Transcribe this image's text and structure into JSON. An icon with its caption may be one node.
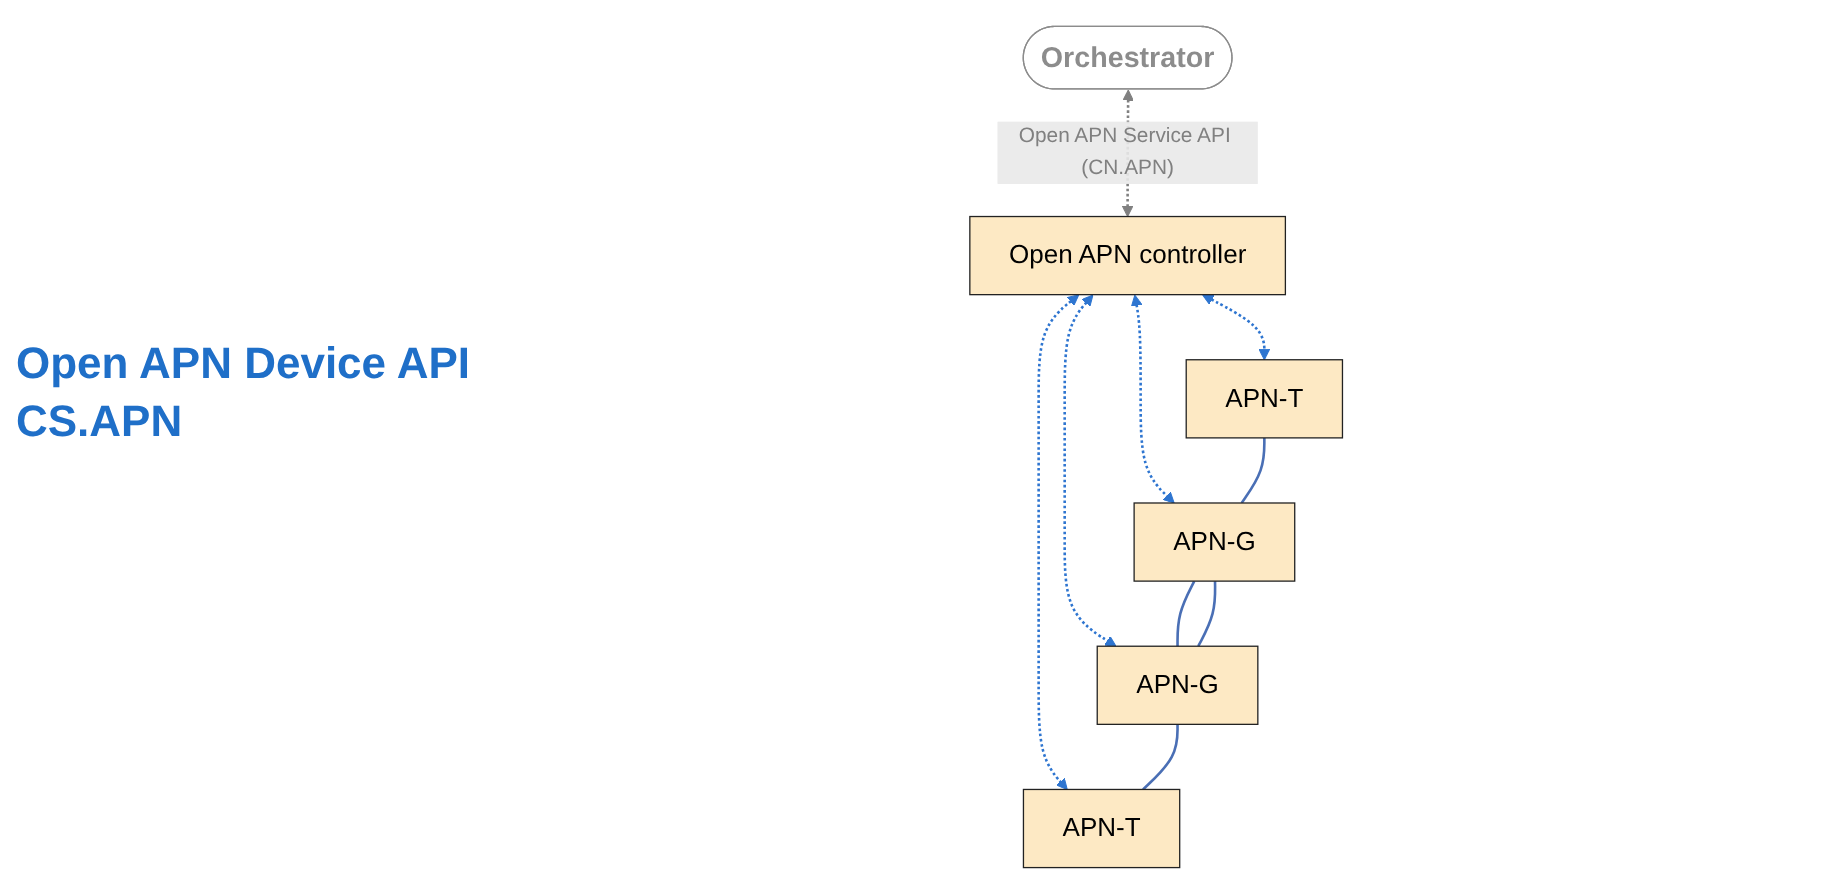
{
  "diagram": {
    "nodes": [
      {
        "text": [
          "Orchestrator"
        ]
      },
      {
        "text": [
          "Open APN controller"
        ]
      },
      {
        "text": [
          "APN-T"
        ]
      },
      {
        "text": [
          "APN-G"
        ]
      },
      {
        "text": [
          "APN-G"
        ]
      },
      {
        "text": [
          "APN-T"
        ]
      }
    ],
    "edges": [
      {
        "from": 0,
        "to": 1,
        "arrow": "both",
        "style": "dashed",
        "color": "#808080",
        "label": "Open APN Service API (CN.APN)"
      },
      {
        "from": 1,
        "to": 2,
        "arrow": "both",
        "style": "dashed",
        "color": "#2e75d0"
      },
      {
        "from": 1,
        "to": 3,
        "arrow": "both",
        "style": "dashed",
        "color": "#2e75d0"
      },
      {
        "from": 1,
        "to": 4,
        "arrow": "both",
        "style": "dashed",
        "color": "#2e75d0"
      },
      {
        "from": 1,
        "to": 5,
        "arrow": "both",
        "style": "dashed",
        "color": "#2e75d0"
      },
      {
        "from": 2,
        "to": 3,
        "arrow": "none"
      },
      {
        "from": 3,
        "to": 4,
        "arrow": "none"
      },
      {
        "from": 3,
        "to": 4,
        "arrow": "none"
      },
      {
        "from": 4,
        "to": 5,
        "arrow": "none"
      }
    ],
    "labels": [
      "Open APN Device API",
      "CS.APN"
    ]
  }
}
